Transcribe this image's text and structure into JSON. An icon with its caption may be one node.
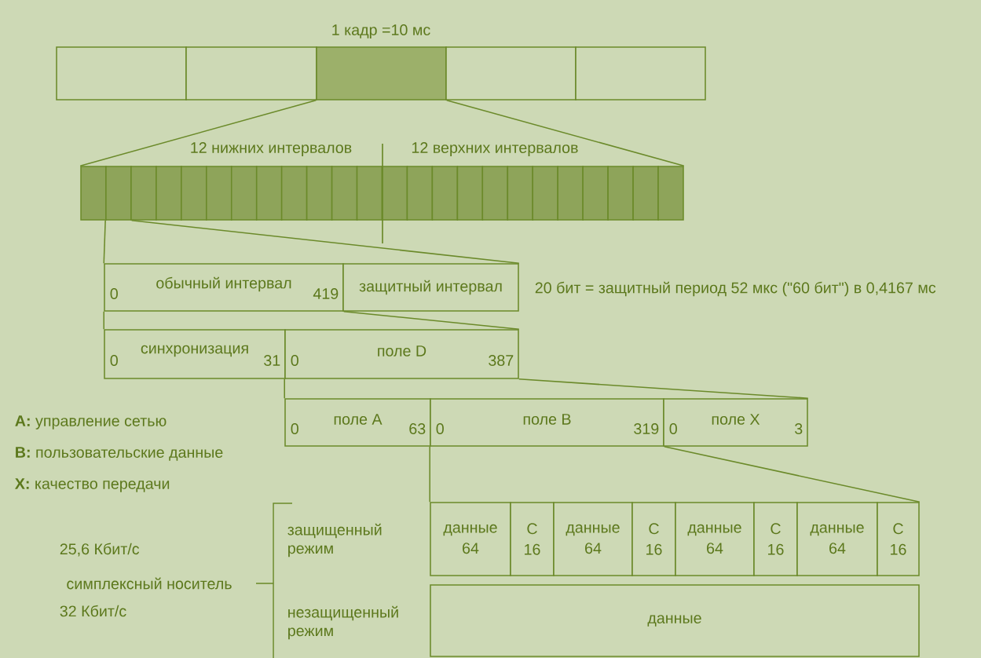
{
  "diagram": {
    "nodes": [
      {
        "text": [],
        "shape": "box"
      },
      {
        "text": [],
        "shape": "box"
      },
      {
        "text": [],
        "shape": "box"
      },
      {
        "text": [],
        "shape": "box"
      },
      {
        "text": [],
        "shape": "box"
      },
      {
        "text": [],
        "shape": "box"
      },
      {
        "text": [],
        "shape": "box"
      },
      {
        "text": [],
        "shape": "box"
      },
      {
        "text": [],
        "shape": "box"
      },
      {
        "text": [],
        "shape": "box"
      },
      {
        "text": [],
        "shape": "box"
      },
      {
        "text": [],
        "shape": "box"
      },
      {
        "text": [],
        "shape": "box"
      },
      {
        "text": [],
        "shape": "box"
      },
      {
        "text": [],
        "shape": "box"
      },
      {
        "text": [],
        "shape": "box"
      },
      {
        "text": [],
        "shape": "box"
      },
      {
        "text": [],
        "shape": "box"
      },
      {
        "text": [],
        "shape": "box"
      },
      {
        "text": [],
        "shape": "box"
      },
      {
        "text": [],
        "shape": "box"
      },
      {
        "text": [],
        "shape": "box"
      },
      {
        "text": [],
        "shape": "box"
      },
      {
        "text": [],
        "shape": "box"
      },
      {
        "text": [],
        "shape": "box"
      },
      {
        "text": [],
        "shape": "box"
      },
      {
        "text": [],
        "shape": "box"
      },
      {
        "text": [],
        "shape": "box"
      },
      {
        "text": [],
        "shape": "box"
      },
      {
        "text": [
          "0",
          "обычный интервал",
          "419"
        ]
      },
      {
        "text": [
          "защитный интервал"
        ]
      },
      {
        "text": [
          "0",
          "синхронизация",
          "31"
        ]
      },
      {
        "text": [
          "0",
          "поле D",
          "387"
        ]
      },
      {
        "text": [
          "0",
          "поле A",
          "63"
        ]
      },
      {
        "text": [
          "0",
          "поле B",
          "319"
        ]
      },
      {
        "text": [
          "0",
          "поле X",
          "3"
        ]
      },
      {
        "text": [
          "данные",
          "64"
        ]
      },
      {
        "text": [
          "C",
          "16"
        ]
      },
      {
        "text": [
          "данные",
          "64"
        ]
      },
      {
        "text": [
          "C",
          "16"
        ]
      },
      {
        "text": [
          "данные",
          "64"
        ]
      },
      {
        "text": [
          "C",
          "16"
        ]
      },
      {
        "text": [
          "данные",
          "64"
        ]
      },
      {
        "text": [
          "C",
          "16"
        ]
      },
      {
        "text": [
          "данные"
        ]
      }
    ],
    "edges": [
      {
        "from": 2,
        "to": 5,
        "arrow": "none"
      },
      {
        "from": 2,
        "to": 28,
        "arrow": "none"
      },
      {
        "from": 6,
        "to": 29,
        "arrow": "none"
      },
      {
        "from": 6,
        "to": 30,
        "arrow": "none"
      },
      {
        "from": 29,
        "to": 31,
        "arrow": "none"
      },
      {
        "from": 29,
        "to": 32,
        "arrow": "none"
      },
      {
        "from": 32,
        "to": 33,
        "arrow": "none"
      },
      {
        "from": 32,
        "to": 35,
        "arrow": "none"
      },
      {
        "from": 34,
        "to": 36,
        "arrow": "none"
      },
      {
        "from": 34,
        "to": 43,
        "arrow": "none"
      }
    ],
    "labels": [
      "1 кадр =10 мс",
      "12 нижних интервалов",
      "12 верхних интервалов",
      "20 бит = защитный период 52 мкс (\"60 бит\") в 0,4167 мс",
      "**A:** управление сетью",
      "**B:** пользовательские данные",
      "**X:** качество передачи",
      "25,6 Кбит/с",
      "симплексный носитель",
      "32 Кбит/с",
      "защищенный режим",
      "незащищенный режим"
    ]
  }
}
